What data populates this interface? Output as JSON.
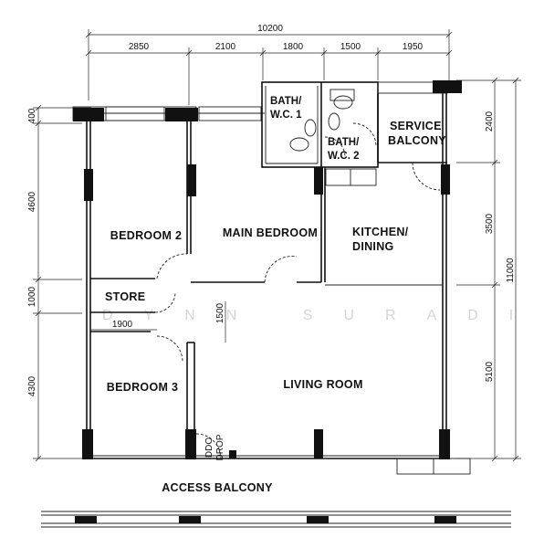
{
  "rooms": {
    "bedroom2": "BEDROOM 2",
    "main_bedroom": "MAIN BEDROOM",
    "kitchen_line1": "KITCHEN/",
    "kitchen_line2": "DINING",
    "store": "STORE",
    "bedroom3": "BEDROOM 3",
    "living_room": "LIVING ROOM",
    "bath1_line1": "BATH/",
    "bath1_line2": "W.C. 1",
    "bath2_line1": "BATH/",
    "bath2_line2": "W.C. 2",
    "service_line1": "SERVICE",
    "service_line2": "BALCONY",
    "access_balcony": "ACCESS BALCONY",
    "refuse_chute": "DDO",
    "refuse_chute2": "DROP"
  },
  "dimensions": {
    "total_width": "10200",
    "top": [
      "2850",
      "2100",
      "1800",
      "1500",
      "1950"
    ],
    "left": [
      "400",
      "4600",
      "1000",
      "4300"
    ],
    "right_segments": [
      "2400",
      "3500",
      "5100"
    ],
    "right_total": "11000",
    "store_width": "1900",
    "corridor": "1500"
  },
  "watermark": "DYNN SURADI"
}
